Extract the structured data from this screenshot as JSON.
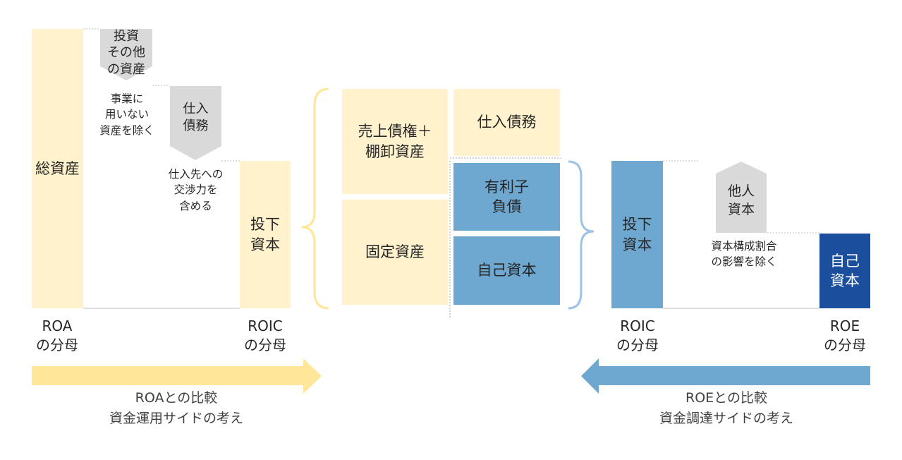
{
  "colors": {
    "cream": "#fff2cc",
    "mid_blue": "#6ea7cf",
    "dark_blue": "#1b4f9e",
    "gray": "#d9d9d9",
    "yellow_arrow": "#ffe699",
    "blue_arrow": "#6ea7cf",
    "yellow_brace": "#ffe699",
    "blue_brace": "#9dc3e6"
  },
  "left": {
    "total_assets": "総資産",
    "invest_other": "投資\nその他\nの資産",
    "unused_note": "事業に\n用いない\n資産を除く",
    "payables": "仕入\n債務",
    "supplier_note": "仕入先への\n交渉力を\n含める",
    "invested_capital": "投下\n資本",
    "roa_denominator": "ROA\nの分母",
    "roic_denominator": "ROIC\nの分母",
    "caption": "ROAとの比較\n資金運用サイドの考え"
  },
  "center": {
    "receivables_inventory": "売上債権＋\n棚卸資産",
    "fixed_assets": "固定資産",
    "payables": "仕入債務",
    "interest_bearing_debt": "有利子\n負債",
    "equity": "自己資本"
  },
  "right": {
    "invested_capital": "投下\n資本",
    "other_capital": "他人\n資本",
    "structure_note": "資本構成割合\nの影響を除く",
    "equity": "自己\n資本",
    "roic_denominator": "ROIC\nの分母",
    "roe_denominator": "ROE\nの分母",
    "caption": "ROEとの比較\n資金調達サイドの考え"
  }
}
